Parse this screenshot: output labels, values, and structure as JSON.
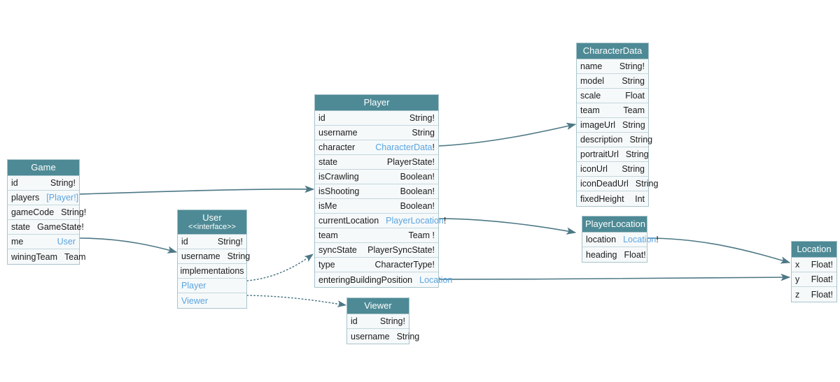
{
  "diagram": {
    "title": "GraphQL Schema Entity Relationship Diagram",
    "colors": {
      "header_bg": "#4d8a95",
      "header_text": "#ffffff",
      "row_bg": "#f6f9fa",
      "row_border": "#c3d7dd",
      "entity_border": "#a8c4cc",
      "link_text": "#5aa4e0",
      "edge_line": "#4d7885",
      "canvas_bg": "#ffffff"
    }
  },
  "entities": {
    "game": {
      "name": "Game",
      "fields": [
        {
          "name": "id",
          "type": "String!",
          "link": false
        },
        {
          "name": "players",
          "type": "[Player!]",
          "link": true
        },
        {
          "name": "gameCode",
          "type": "String!",
          "link": false
        },
        {
          "name": "state",
          "type": "GameState!",
          "link": false
        },
        {
          "name": "me",
          "type": "User",
          "link": true
        },
        {
          "name": "winingTeam",
          "type": "Team",
          "link": false
        }
      ]
    },
    "user": {
      "name": "User",
      "stereotype": "<<interface>>",
      "fields": [
        {
          "name": "id",
          "type": "String!",
          "link": false
        },
        {
          "name": "username",
          "type": "String",
          "link": false
        }
      ],
      "implementations_label": "implementations",
      "implementations": [
        {
          "name": "Player"
        },
        {
          "name": "Viewer"
        }
      ]
    },
    "player": {
      "name": "Player",
      "fields": [
        {
          "name": "id",
          "type": "String!",
          "link": false
        },
        {
          "name": "username",
          "type": "String",
          "link": false
        },
        {
          "name": "character",
          "type": "CharacterData",
          "bang": "!",
          "link": true
        },
        {
          "name": "state",
          "type": "PlayerState!",
          "link": false
        },
        {
          "name": "isCrawling",
          "type": "Boolean!",
          "link": false
        },
        {
          "name": "isShooting",
          "type": "Boolean!",
          "link": false
        },
        {
          "name": "isMe",
          "type": "Boolean!",
          "link": false
        },
        {
          "name": "currentLocation",
          "type": "PlayerLocation",
          "bang": "!",
          "link": true
        },
        {
          "name": "team",
          "type": "Team !",
          "link": false
        },
        {
          "name": "syncState",
          "type": "PlayerSyncState!",
          "link": false
        },
        {
          "name": "type",
          "type": "CharacterType!",
          "link": false
        },
        {
          "name": "enteringBuildingPosition",
          "type": "Location",
          "link": true
        }
      ]
    },
    "viewer": {
      "name": "Viewer",
      "fields": [
        {
          "name": "id",
          "type": "String!",
          "link": false
        },
        {
          "name": "username",
          "type": "String",
          "link": false
        }
      ]
    },
    "characterData": {
      "name": "CharacterData",
      "fields": [
        {
          "name": "name",
          "type": "String!",
          "link": false
        },
        {
          "name": "model",
          "type": "String",
          "link": false
        },
        {
          "name": "scale",
          "type": "Float",
          "link": false
        },
        {
          "name": "team",
          "type": "Team",
          "link": false
        },
        {
          "name": "imageUrl",
          "type": "String",
          "link": false
        },
        {
          "name": "description",
          "type": "String",
          "link": false
        },
        {
          "name": "portraitUrl",
          "type": "String",
          "link": false
        },
        {
          "name": "iconUrl",
          "type": "String",
          "link": false
        },
        {
          "name": "iconDeadUrl",
          "type": "String",
          "link": false
        },
        {
          "name": "fixedHeight",
          "type": "Int",
          "link": false
        }
      ]
    },
    "playerLocation": {
      "name": "PlayerLocation",
      "fields": [
        {
          "name": "location",
          "type": "Location",
          "bang": "!",
          "link": true
        },
        {
          "name": "heading",
          "type": "Float!",
          "link": false
        }
      ]
    },
    "location": {
      "name": "Location",
      "fields": [
        {
          "name": "x",
          "type": "Float!",
          "link": false
        },
        {
          "name": "y",
          "type": "Float!",
          "link": false
        },
        {
          "name": "z",
          "type": "Float!",
          "link": false
        }
      ]
    }
  },
  "edges": [
    {
      "from": "game.players",
      "to": "player",
      "style": "solid"
    },
    {
      "from": "game.me",
      "to": "user",
      "style": "solid"
    },
    {
      "from": "user.Player",
      "to": "player",
      "style": "dotted"
    },
    {
      "from": "user.Viewer",
      "to": "viewer",
      "style": "dotted"
    },
    {
      "from": "player.character",
      "to": "characterData",
      "style": "solid"
    },
    {
      "from": "player.currentLocation",
      "to": "playerLocation",
      "style": "solid"
    },
    {
      "from": "player.enteringBuildingPosition",
      "to": "location",
      "style": "solid"
    },
    {
      "from": "playerLocation.location",
      "to": "location",
      "style": "solid"
    }
  ]
}
